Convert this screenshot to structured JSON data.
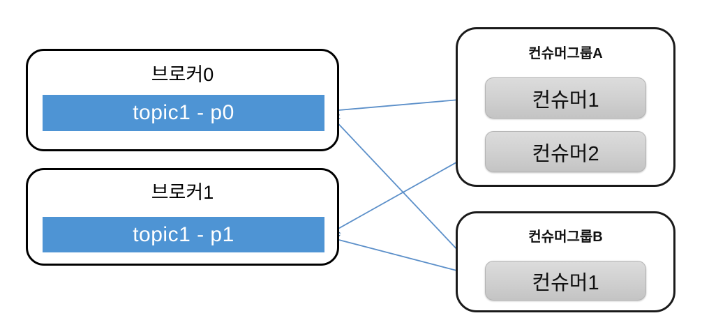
{
  "diagram": {
    "title": "Kafka consumer group partition assignment diagram",
    "colors": {
      "partition_fill": "#4e94d4",
      "partition_text": "#ffffff",
      "consumer_fill": "#d2d2d2",
      "arrow": "#4f81bd",
      "box_border": "#000000",
      "background": "#ffffff"
    },
    "brokers": [
      {
        "name": "broker0",
        "title": "브로커0",
        "partition": {
          "label": "topic1 - p0"
        }
      },
      {
        "name": "broker1",
        "title": "브로커1",
        "partition": {
          "label": "topic1 - p1"
        }
      }
    ],
    "consumer_groups": [
      {
        "name": "group-a",
        "title": "컨슈머그룹A",
        "consumers": [
          {
            "label": "컨슈머1"
          },
          {
            "label": "컨슈머2"
          }
        ]
      },
      {
        "name": "group-b",
        "title": "컨슈머그룹B",
        "consumers": [
          {
            "label": "컨슈머1"
          }
        ]
      }
    ],
    "connections": [
      {
        "from": "group-a.컨슈머1",
        "to": "broker0.topic1 - p0"
      },
      {
        "from": "group-a.컨슈머2",
        "to": "broker1.topic1 - p1"
      },
      {
        "from": "group-b.컨슈머1",
        "to": "broker0.topic1 - p0"
      },
      {
        "from": "group-b.컨슈머1",
        "to": "broker1.topic1 - p1"
      }
    ]
  }
}
